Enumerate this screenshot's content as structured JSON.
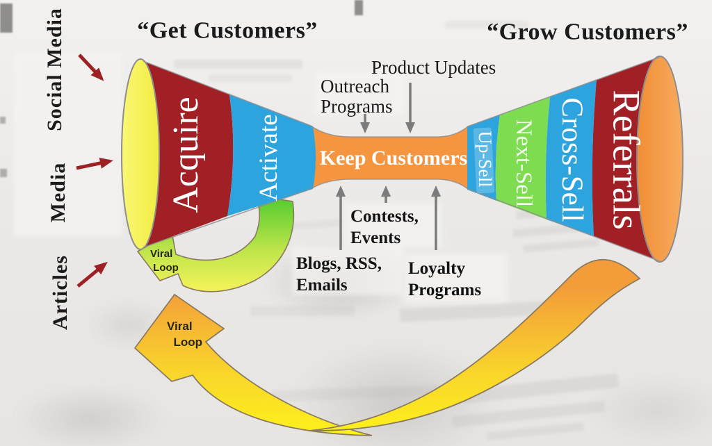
{
  "titles": {
    "get": "“Get Customers”",
    "grow": "“Grow Customers”"
  },
  "sources": {
    "social_media": "Social Media",
    "media": "Media",
    "articles": "Articles"
  },
  "funnel": {
    "acquire": "Acquire",
    "activate": "Activate",
    "keep": "Keep Customers",
    "upsell": "Up-Sell",
    "nextsell": "Next-Sell",
    "crosssell": "Cross-Sell",
    "referrals": "Referrals"
  },
  "annotations": {
    "outreach": "Outreach\nPrograms",
    "product_updates": "Product Updates",
    "contests": "Contests,\nEvents",
    "blogs": "Blogs, RSS,\nEmails",
    "loyalty": "Loyalty\nPrograms"
  },
  "loops": {
    "small": "Viral\n Loop",
    "big": "Viral\n  Loop"
  },
  "colors": {
    "funnel_red": "#a02025",
    "funnel_blue": "#2ea4de",
    "funnel_green": "#7edc50",
    "funnel_orange": "#f5953f",
    "ellipse_yellow": "#f6f25b",
    "ellipse_orange": "#f49a49",
    "arrow_red": "#9d2025",
    "arrow_gray": "#7b7b7b",
    "outline_gray": "#8d8d8d",
    "text_dark": "#1b1b1b",
    "band_text": "#ffffff"
  }
}
